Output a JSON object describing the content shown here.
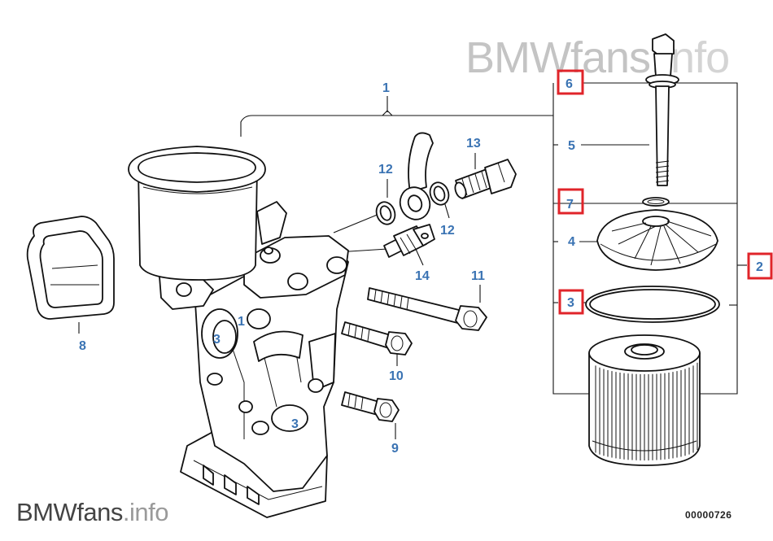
{
  "watermark_top": {
    "brand": "BMWfans",
    "suffix": ".info"
  },
  "watermark_bottom": {
    "brand": "BMWfans",
    "suffix": ".info"
  },
  "diagram_id": "00000726",
  "labels": {
    "l1_top": "1",
    "l1_housing": "1",
    "l2": "2",
    "l3_ring": "3",
    "l3_housing_a": "3",
    "l3_housing_b": "3",
    "l4": "4",
    "l5": "5",
    "l6": "6",
    "l7": "7",
    "l8": "8",
    "l9": "9",
    "l10": "10",
    "l11": "11",
    "l12_left": "12",
    "l12_right": "12",
    "l13": "13",
    "l14": "14"
  },
  "highlighted_parts": [
    "6",
    "7",
    "3",
    "2"
  ],
  "colors": {
    "label": "#3a73b3",
    "highlight": "#e0242a",
    "line": "#111111"
  }
}
